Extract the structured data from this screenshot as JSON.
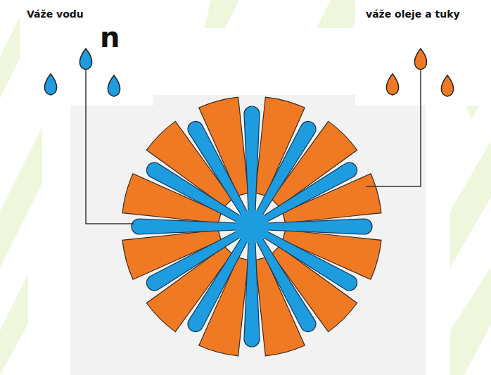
{
  "diagram": {
    "labels": [
      "n",
      "Váže vodu",
      "váže oleje a tuky"
    ]
  }
}
